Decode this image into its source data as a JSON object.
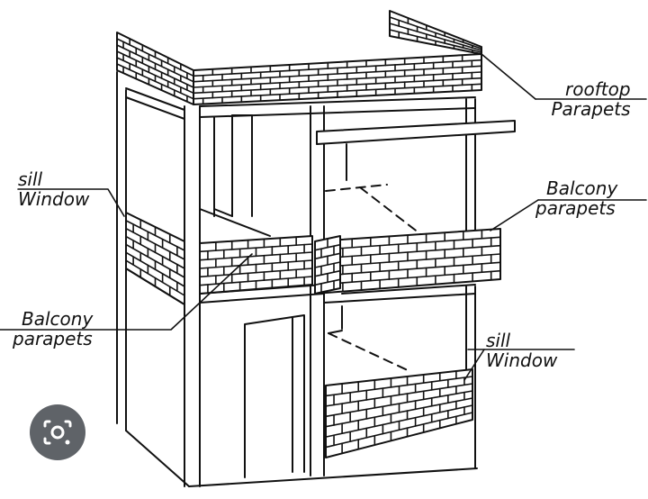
{
  "labels": {
    "rooftop_parapets": {
      "line1": "rooftop",
      "line2": "Parapets"
    },
    "sill_window_left": {
      "line1": "sill",
      "line2": "Window"
    },
    "balcony_parapets_right": {
      "line1": "Balcony",
      "line2": "parapets"
    },
    "balcony_parapets_left": {
      "line1": "Balcony",
      "line2": "parapets"
    },
    "sill_window_right": {
      "line1": "sill",
      "line2": "Window"
    }
  },
  "colors": {
    "ink": "#111111",
    "background": "#ffffff",
    "lens_button": "#5f6368"
  },
  "icons": {
    "lens": "google-lens-icon"
  }
}
